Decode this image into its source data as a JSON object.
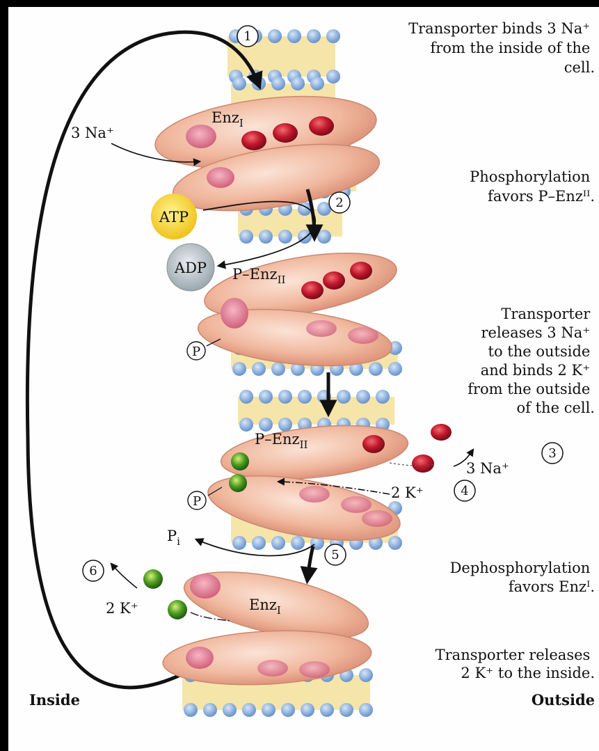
{
  "captions": {
    "step1": [
      "Transporter binds 3 Na⁺",
      "from the inside of the",
      "cell."
    ],
    "step2": [
      "Phosphorylation",
      "favors P–Enzᴵᴵ."
    ],
    "step3": [
      "Transporter",
      "releases 3 Na⁺",
      "to the outside",
      "and binds 2 K⁺",
      "from the outside",
      "of the cell."
    ],
    "step5": [
      "Dephosphorylation",
      "favors Enzᴵ."
    ],
    "step6": [
      "Transporter releases",
      "2 K⁺ to the inside."
    ]
  },
  "labels": {
    "enz1_top": "Enz",
    "enz1_top_sub": "I",
    "penz2_a": "P–Enz",
    "penz2_a_sub": "II",
    "penz2_b": "P–Enz",
    "penz2_b_sub": "II",
    "enz1_bottom": "Enz",
    "enz1_bottom_sub": "I",
    "na_in": "3 Na⁺",
    "na_out": "3 Na⁺",
    "k_out": "2 K⁺",
    "k_in": "2 K⁺",
    "atp": "ATP",
    "adp": "ADP",
    "p_a": "P",
    "p_b": "P",
    "pi": "P",
    "pi_sub": "i"
  },
  "steps": [
    "1",
    "2",
    "3",
    "4",
    "5",
    "6"
  ],
  "sides": {
    "inside": "Inside",
    "outside": "Outside"
  },
  "colors": {
    "membrane_yellow": "#f3dc8c",
    "lipid_head": "#8fb4e0",
    "enzyme": "#eeb49a",
    "sodium": "#b8182c",
    "potassium": "#3f8f1e",
    "atp": "#f5cf2e",
    "adp": "#b8c0c6"
  }
}
